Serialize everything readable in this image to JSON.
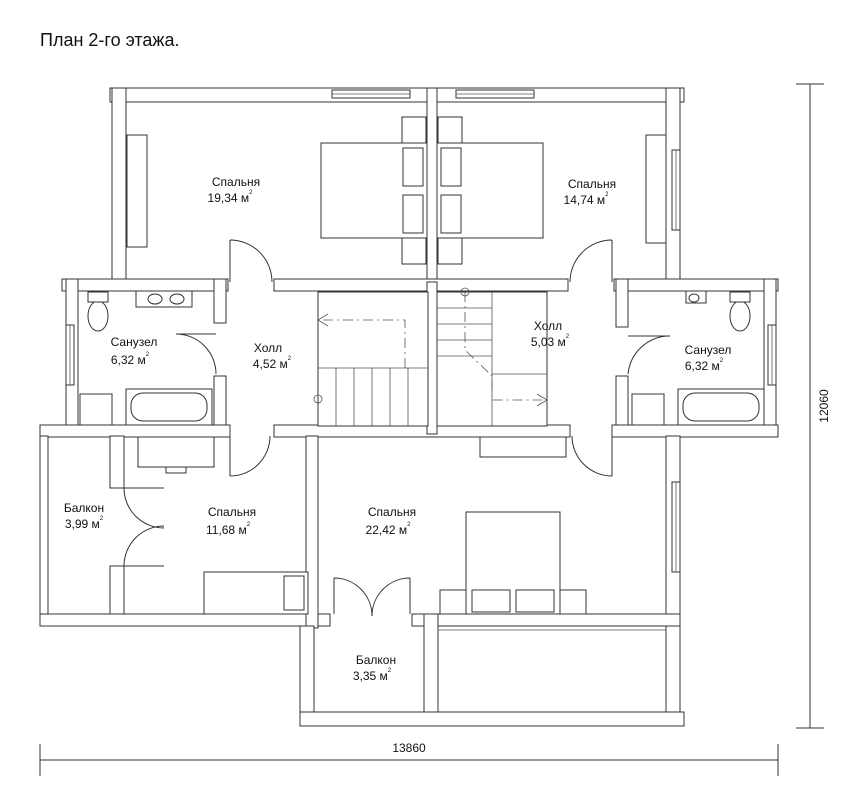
{
  "title": "План 2-го этажа.",
  "dimensions": {
    "width": "13860",
    "height": "12060"
  },
  "area_unit": "м",
  "area_unit_power": "2",
  "rooms": [
    {
      "name": "Спальня",
      "area": "19,34"
    },
    {
      "name": "Спальня",
      "area": "14,74"
    },
    {
      "name": "Санузел",
      "area": "6,32"
    },
    {
      "name": "Холл",
      "area": "4,52"
    },
    {
      "name": "Холл",
      "area": "5,03"
    },
    {
      "name": "Санузел",
      "area": "6,32"
    },
    {
      "name": "Балкон",
      "area": "3,99"
    },
    {
      "name": "Спальня",
      "area": "11,68"
    },
    {
      "name": "Спальня",
      "area": "22,42"
    },
    {
      "name": "Балкон",
      "area": "3,35"
    }
  ]
}
